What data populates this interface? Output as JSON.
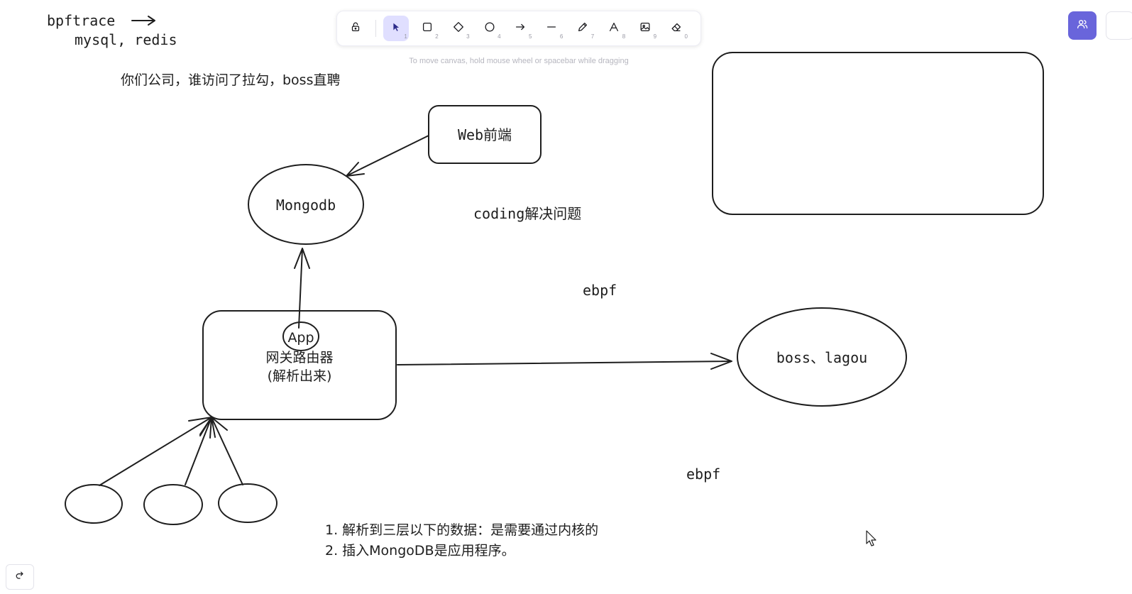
{
  "toolbar": {
    "tools": [
      {
        "name": "lock",
        "key": ""
      },
      {
        "name": "selection",
        "key": "1"
      },
      {
        "name": "rectangle",
        "key": "2"
      },
      {
        "name": "diamond",
        "key": "3"
      },
      {
        "name": "ellipse",
        "key": "4"
      },
      {
        "name": "arrow",
        "key": "5"
      },
      {
        "name": "line",
        "key": "6"
      },
      {
        "name": "draw",
        "key": "7"
      },
      {
        "name": "text",
        "key": "8"
      },
      {
        "name": "image",
        "key": "9"
      },
      {
        "name": "eraser",
        "key": "0"
      }
    ],
    "active_tool": "selection",
    "accent_color": "#6965db"
  },
  "hint": "To move canvas, hold mouse wheel or spacebar while dragging",
  "canvas": {
    "bpftrace_label": "bpftrace",
    "mysql_redis_label": "mysql, redis",
    "company_question": "你们公司，谁访问了拉勾，boss直聘",
    "web_frontend": "Web前端",
    "mongodb": "Mongodb",
    "coding_note": "coding解决问题",
    "ebpf_top": "ebpf",
    "app": "App",
    "gateway_line1": "网关路由器",
    "gateway_line2": "(解析出来)",
    "boss_lagou": "boss、lagou",
    "ebpf_bottom": "ebpf",
    "note_1": "1. 解析到三层以下的数据：是需要通过内核的",
    "note_2": "2. 插入MongoDB是应用程序。"
  }
}
